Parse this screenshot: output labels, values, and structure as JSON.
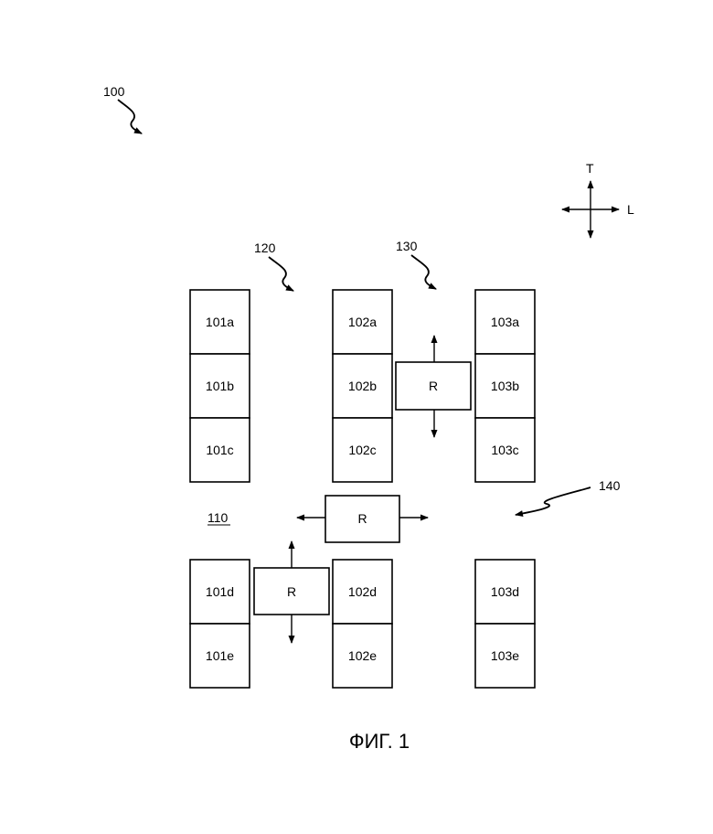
{
  "refs": {
    "system": "100",
    "aisle_a": "120",
    "aisle_b": "130",
    "aisle_c": "140",
    "area": "110"
  },
  "axes": {
    "transverse": "T",
    "longitudinal": "L"
  },
  "racks": {
    "r101a": "101a",
    "r101b": "101b",
    "r101c": "101c",
    "r101d": "101d",
    "r101e": "101e",
    "r102a": "102a",
    "r102b": "102b",
    "r102c": "102c",
    "r102d": "102d",
    "r102e": "102e",
    "r103a": "103a",
    "r103b": "103b",
    "r103c": "103c",
    "r103d": "103d",
    "r103e": "103e"
  },
  "robots": {
    "upper": "R",
    "middle": "R",
    "lower": "R"
  },
  "caption": "ФИГ. 1"
}
